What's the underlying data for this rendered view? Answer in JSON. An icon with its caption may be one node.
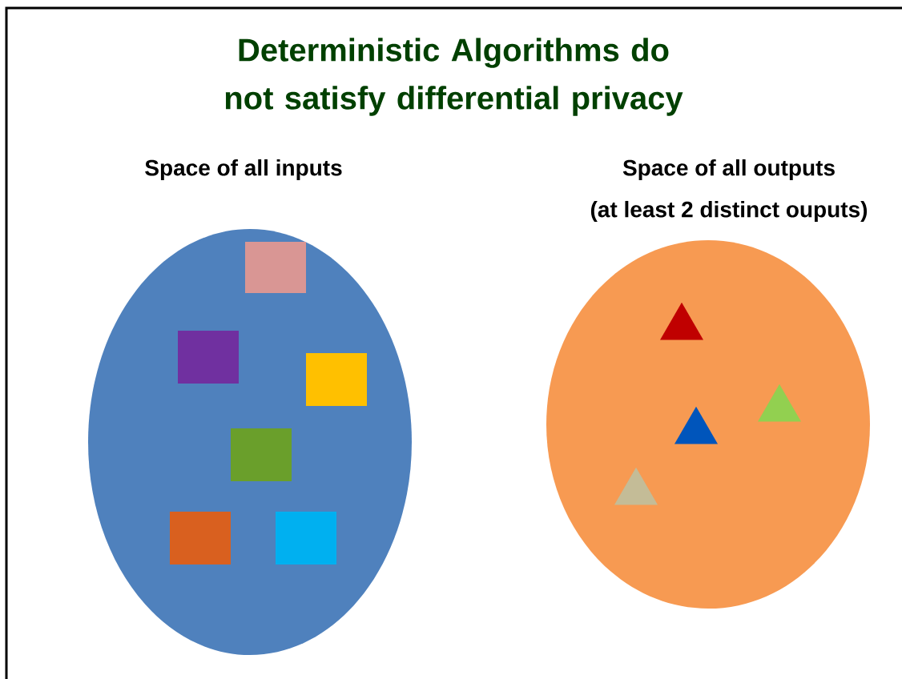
{
  "diagram": {
    "title": "Deterministic Algorithms do not satisfy differential privacy",
    "nodes": [
      {
        "text": [
          "Space of all inputs"
        ]
      },
      {
        "text": [],
        "shape": "box",
        "in": 0
      },
      {
        "text": [],
        "shape": "box",
        "in": 0
      },
      {
        "text": [],
        "shape": "box",
        "in": 0
      },
      {
        "text": [],
        "shape": "box",
        "in": 0
      },
      {
        "text": [],
        "shape": "box",
        "in": 0
      },
      {
        "text": [],
        "shape": "box",
        "in": 0
      },
      {
        "text": [
          "Space of all outputs",
          "(at least 2 distinct ouputs)"
        ]
      },
      {
        "text": [],
        "shape": "triangle",
        "in": 7
      },
      {
        "text": [],
        "shape": "triangle",
        "in": 7
      },
      {
        "text": [],
        "shape": "triangle",
        "in": 7
      },
      {
        "text": [],
        "shape": "triangle",
        "in": 7
      }
    ],
    "edges": []
  }
}
